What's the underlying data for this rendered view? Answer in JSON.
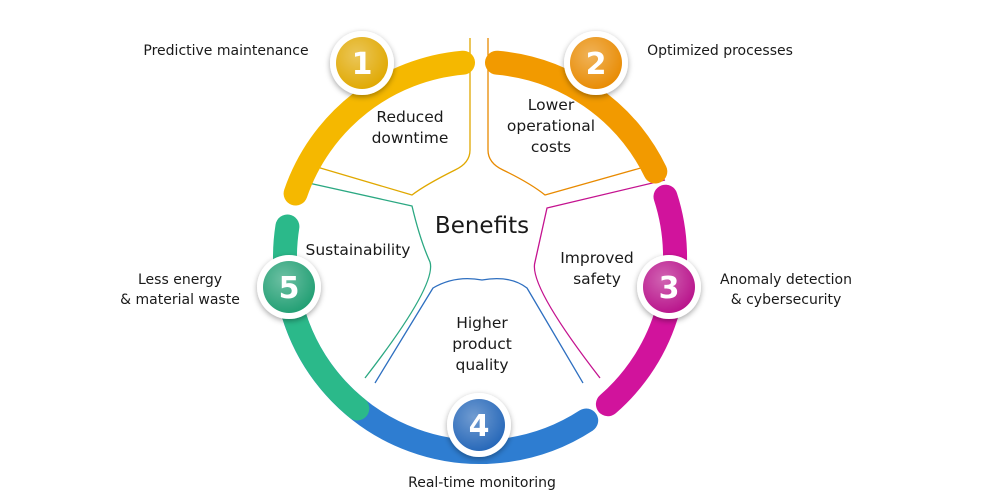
{
  "center": {
    "label": "Benefits"
  },
  "segments": [
    {
      "id": "predictive-maintenance",
      "number": "1",
      "title": "Predictive maintenance",
      "benefit": [
        "Reduced",
        "downtime"
      ],
      "color": "#F5B800",
      "badge_color": "#E0A800",
      "line_color": "#E0A800"
    },
    {
      "id": "optimized-processes",
      "number": "2",
      "title": "Optimized processes",
      "benefit": [
        "Lower",
        "operational",
        "costs"
      ],
      "color": "#F29A00",
      "badge_color": "#E88A00",
      "line_color": "#E88A00"
    },
    {
      "id": "anomaly-detection",
      "number": "3",
      "title": [
        "Anomaly detection",
        "& cybersecurity"
      ],
      "benefit": [
        "Improved",
        "safety"
      ],
      "color": "#D1139C",
      "badge_color": "#B8118A",
      "line_color": "#C4128F"
    },
    {
      "id": "real-time-monitoring",
      "number": "4",
      "title": "Real-time monitoring",
      "benefit": [
        "Higher",
        "product",
        "quality"
      ],
      "color": "#2E7DD1",
      "badge_color": "#2466B8",
      "line_color": "#2E6FC0"
    },
    {
      "id": "less-waste",
      "number": "5",
      "title": [
        "Less energy",
        "& material waste"
      ],
      "benefit": [
        "Sustainability"
      ],
      "color": "#2BB98A",
      "badge_color": "#1F9E72",
      "line_color": "#2BA882"
    }
  ]
}
